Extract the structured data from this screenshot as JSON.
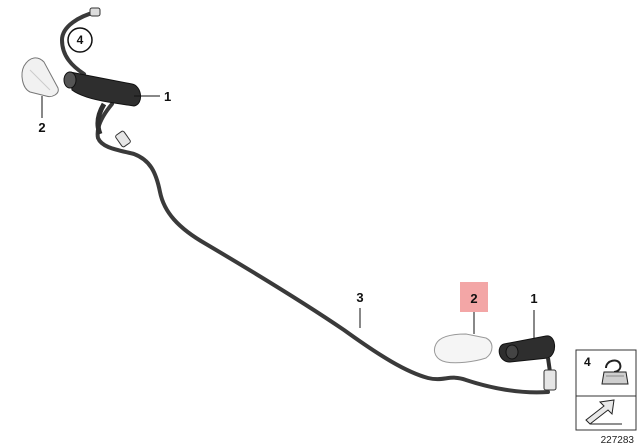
{
  "diagram": {
    "callouts": {
      "circled_part": "4",
      "nozzle_left": "1",
      "cover_left": "2",
      "hose": "3",
      "cover_right_highlighted": "2",
      "nozzle_right": "1"
    },
    "legend_box": {
      "number": "4"
    },
    "diagram_id": "227283",
    "colors": {
      "hose": "#3a3a3a",
      "highlight": "#f3a6a6",
      "line": "#111111"
    }
  }
}
